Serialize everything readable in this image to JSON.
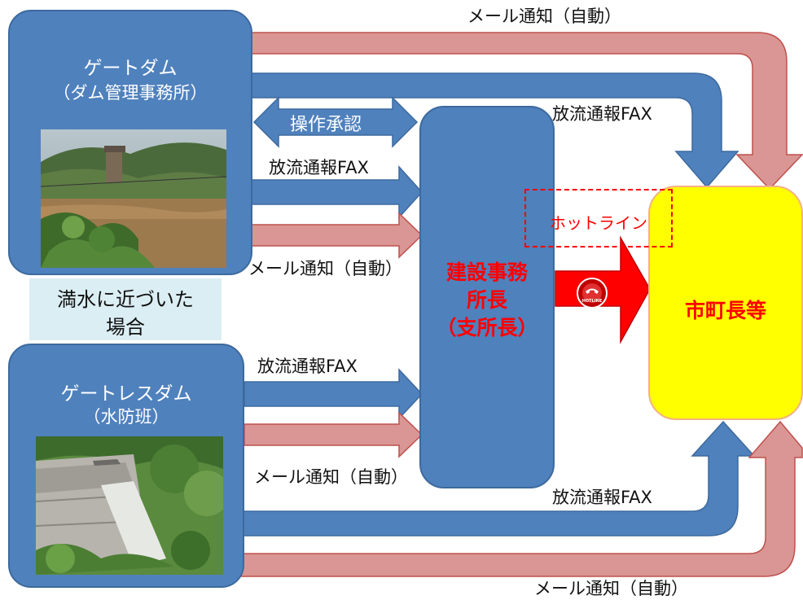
{
  "gated_dam": {
    "title": "ゲートダム",
    "subtitle": "（ダム管理事務所）"
  },
  "gateless_dam": {
    "title": "ゲートレスダム",
    "subtitle": "（水防班）"
  },
  "condition_label": {
    "line1": "満水に近づいた",
    "line2": "場合"
  },
  "director": {
    "line1": "建設事務",
    "line2": "所長",
    "line3": "（支所長）"
  },
  "mayor": {
    "label": "市町長等"
  },
  "operation_approval": "操作承認",
  "hotline": {
    "label": "ホットライン",
    "badge": "HOTLINE"
  },
  "arrows": {
    "mail_top": "メール通知（自動）",
    "fax_top_right": "放流通報FAX",
    "fax_gated": "放流通報FAX",
    "mail_gated": "メール通知（自動）",
    "fax_gateless": "放流通報FAX",
    "mail_gateless": "メール通知（自動）",
    "fax_bottom_right": "放流通報FAX",
    "mail_bottom": "メール通知（自動）"
  },
  "colors": {
    "blue_box": "#4f81bd",
    "mail_arrow": "#d99694",
    "mayor_fill": "#ffff00",
    "accent_red": "#ff0000"
  }
}
